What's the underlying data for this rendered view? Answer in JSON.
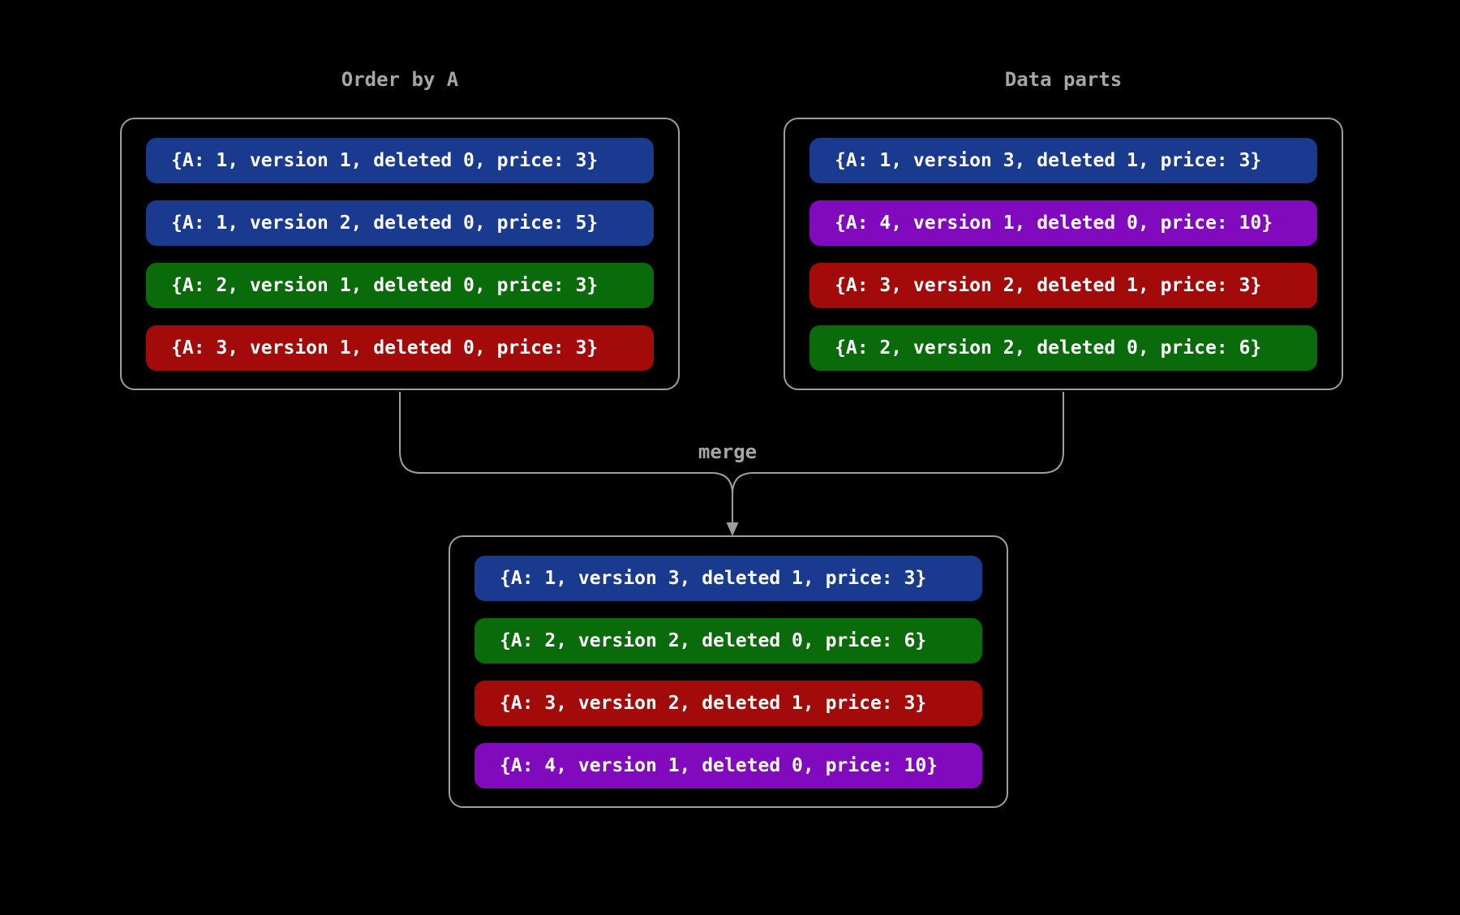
{
  "background": "#000000",
  "colors": {
    "blue": "#1a3a8f",
    "green": "#0a6b0a",
    "red": "#a30b0b",
    "purple": "#820abe",
    "line": "#9e9e9e",
    "label": "#a6a6a6",
    "row_text": "#ffffff"
  },
  "diagram": {
    "left_panel": {
      "title": "Order by A",
      "rows": [
        {
          "color": "blue",
          "text": "{A: 1, version 1, deleted 0, price: 3}"
        },
        {
          "color": "blue",
          "text": "{A: 1, version 2, deleted 0, price: 5}"
        },
        {
          "color": "green",
          "text": "{A: 2, version 1, deleted 0, price: 3}"
        },
        {
          "color": "red",
          "text": "{A: 3, version 1, deleted 0, price: 3}"
        }
      ]
    },
    "right_panel": {
      "title": "Data parts",
      "rows": [
        {
          "color": "blue",
          "text": "{A: 1, version 3, deleted 1, price: 3}"
        },
        {
          "color": "purple",
          "text": "{A: 4, version 1, deleted 0, price: 10}"
        },
        {
          "color": "red",
          "text": "{A: 3, version 2, deleted 1, price: 3}"
        },
        {
          "color": "green",
          "text": "{A: 2, version 2, deleted 0, price: 6}"
        }
      ]
    },
    "merge_label": "merge",
    "result_panel": {
      "rows": [
        {
          "color": "blue",
          "text": "{A: 1, version 3, deleted 1, price: 3}"
        },
        {
          "color": "green",
          "text": "{A: 2, version 2, deleted 0, price: 6}"
        },
        {
          "color": "red",
          "text": "{A: 3, version 2, deleted 1, price: 3}"
        },
        {
          "color": "purple",
          "text": "{A: 4, version 1, deleted 0, price: 10}"
        }
      ]
    }
  }
}
